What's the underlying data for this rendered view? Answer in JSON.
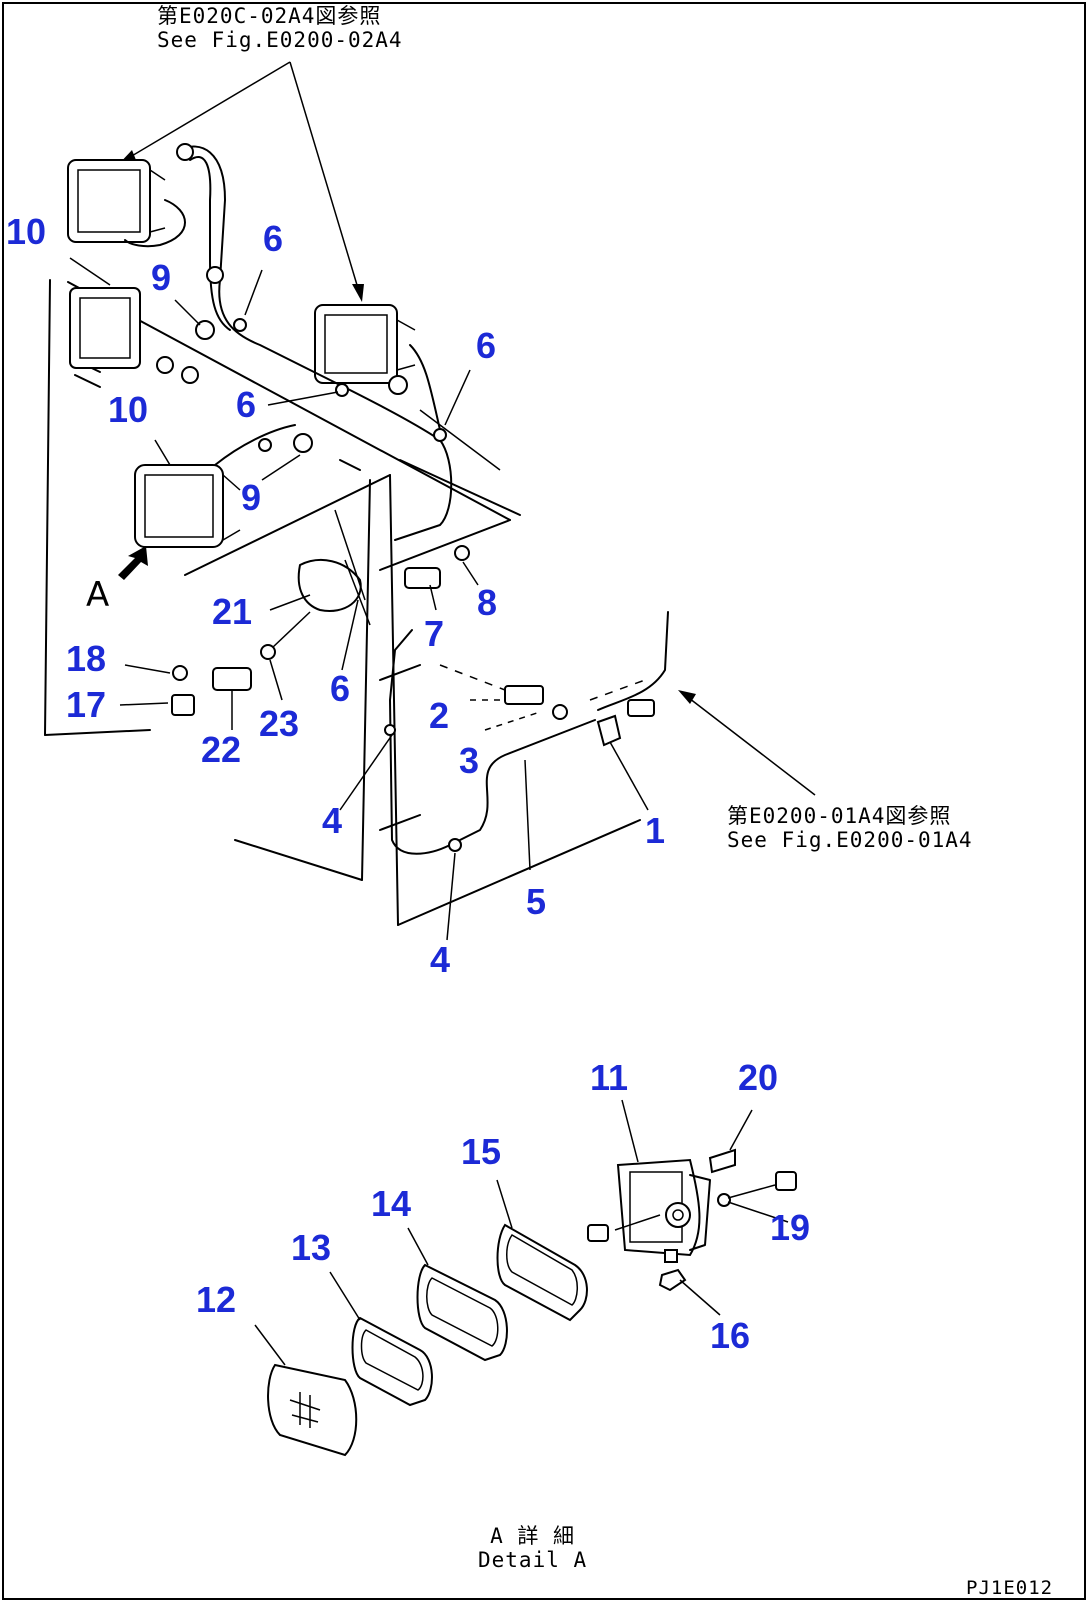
{
  "references": {
    "top": {
      "line_jp": "第E020C-02A4図参照",
      "line_en": "See Fig.E0200-02A4"
    },
    "right": {
      "line_jp": "第E0200-01A4図参照",
      "line_en": "See Fig.E0200-01A4"
    }
  },
  "view_marker": "A",
  "detail_caption": {
    "line_jp": "A 詳 細",
    "line_en": "Detail A"
  },
  "drawing_code": "PJ1E012",
  "colors": {
    "callout": "#1c2ad6",
    "line": "#000000"
  },
  "callouts": [
    "10",
    "9",
    "6",
    "6",
    "6",
    "10",
    "9",
    "21",
    "6",
    "7",
    "8",
    "18",
    "17",
    "22",
    "23",
    "2",
    "3",
    "1",
    "4",
    "5",
    "4",
    "11",
    "20",
    "15",
    "14",
    "19",
    "13",
    "16",
    "12"
  ]
}
